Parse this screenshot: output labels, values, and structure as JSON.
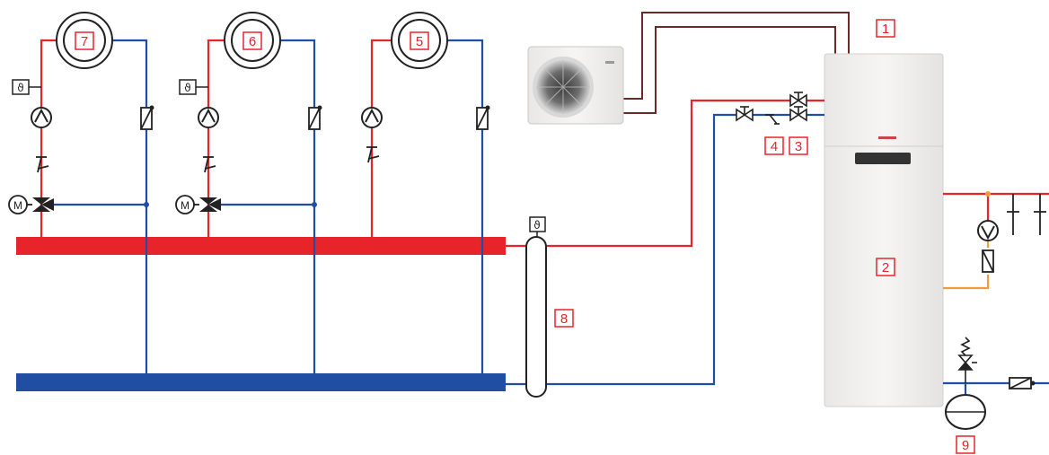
{
  "labels": {
    "l1": "1",
    "l2": "2",
    "l3": "3",
    "l4": "4",
    "l5": "5",
    "l6": "6",
    "l7": "7",
    "l8": "8",
    "l9": "9"
  },
  "symbols": {
    "motor": "M",
    "temp_sensor": "ϑ"
  },
  "colors": {
    "supply": "#e8242b",
    "return": "#1f4ea3",
    "refrigerant": "#6b2a2a",
    "hotwater": "#f39a3a",
    "label": "#e8242b",
    "unit_body": "#f2f1ef"
  }
}
